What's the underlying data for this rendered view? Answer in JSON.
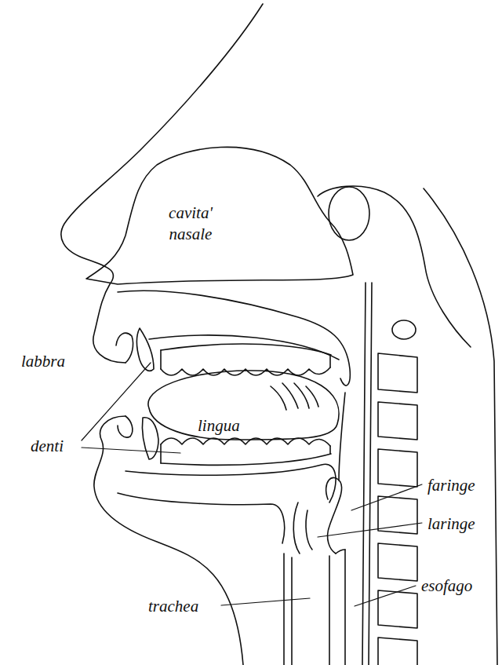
{
  "diagram": {
    "labels": [
      "cavita' nasale",
      "labbra",
      "denti",
      "lingua",
      "faringe",
      "laringe",
      "esofago",
      "trachea"
    ]
  }
}
